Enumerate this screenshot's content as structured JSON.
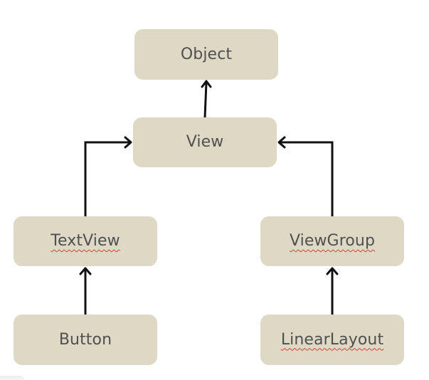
{
  "diagram": {
    "nodes": [
      {
        "id": "object",
        "label": "Object",
        "spellcheck_underline": false
      },
      {
        "id": "view",
        "label": "View",
        "spellcheck_underline": false
      },
      {
        "id": "textview",
        "label": "TextView",
        "spellcheck_underline": true
      },
      {
        "id": "viewgroup",
        "label": "ViewGroup",
        "spellcheck_underline": true
      },
      {
        "id": "button",
        "label": "Button",
        "spellcheck_underline": false
      },
      {
        "id": "linearlayout",
        "label": "LinearLayout",
        "spellcheck_underline": true
      }
    ],
    "edges": [
      {
        "from": "view",
        "to": "object"
      },
      {
        "from": "textview",
        "to": "view"
      },
      {
        "from": "viewgroup",
        "to": "view"
      },
      {
        "from": "button",
        "to": "textview"
      },
      {
        "from": "linearlayout",
        "to": "viewgroup"
      }
    ],
    "colors": {
      "node_fill": "#ddd9c4",
      "node_text": "#505050",
      "edge": "#111111",
      "spellcheck_underline": "#d63c3c"
    }
  }
}
